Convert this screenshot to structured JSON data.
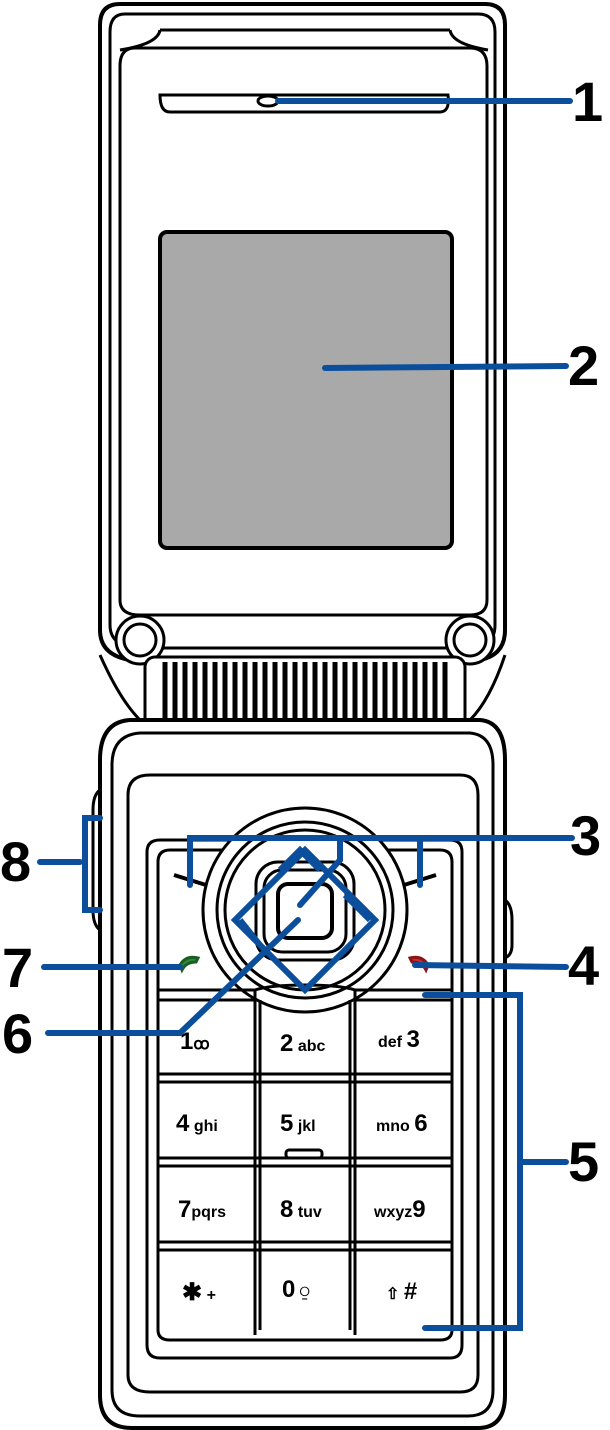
{
  "callouts": [
    {
      "id": "1",
      "label": "1"
    },
    {
      "id": "2",
      "label": "2"
    },
    {
      "id": "3",
      "label": "3"
    },
    {
      "id": "4",
      "label": "4"
    },
    {
      "id": "5",
      "label": "5"
    },
    {
      "id": "6",
      "label": "6"
    },
    {
      "id": "7",
      "label": "7"
    },
    {
      "id": "8",
      "label": "8"
    }
  ],
  "keypad": {
    "k1": {
      "digit": "1",
      "letters": "ꝏ"
    },
    "k2": {
      "digit": "2",
      "letters": "abc"
    },
    "k3": {
      "digit": "3",
      "letters": "def"
    },
    "k4": {
      "digit": "4",
      "letters": "ghi"
    },
    "k5": {
      "digit": "5",
      "letters": "jkl"
    },
    "k6": {
      "digit": "6",
      "letters": "mno"
    },
    "k7": {
      "digit": "7",
      "letters": "pqrs"
    },
    "k8": {
      "digit": "8",
      "letters": "tuv"
    },
    "k9": {
      "digit": "9",
      "letters": "wxyz"
    },
    "kstar": {
      "digit": "✱",
      "letters": "+"
    },
    "k0": {
      "digit": "0",
      "letters": "⍜"
    },
    "khash": {
      "digit": "#",
      "letters": "⇧"
    }
  },
  "colors": {
    "callout_line": "#0b4f9c",
    "outline": "#000000",
    "screen_fill": "#a9a9a9",
    "call_key": "#2e8b3a",
    "end_key": "#d42a2a"
  }
}
